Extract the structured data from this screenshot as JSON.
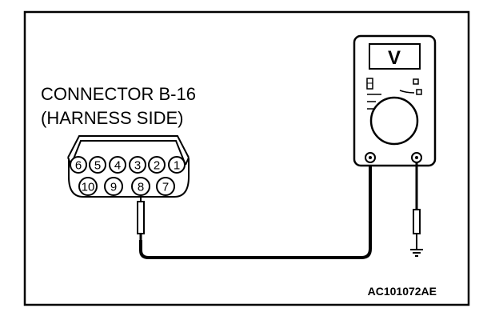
{
  "connector": {
    "title_line1": "CONNECTOR B-16",
    "title_line2": "(HARNESS SIDE)",
    "top_row_pins": [
      "6",
      "5",
      "4",
      "3",
      "2",
      "1"
    ],
    "bottom_row_pins": [
      "10",
      "9",
      "8",
      "7"
    ],
    "probed_pin": "8"
  },
  "meter": {
    "display_label": "V"
  },
  "figure_code": "AC101072AE",
  "icons": {
    "multimeter": "voltmeter-icon",
    "ground": "ground-symbol-icon",
    "probe": "test-probe-icon"
  },
  "colors": {
    "line": "#000000",
    "background": "#ffffff"
  }
}
